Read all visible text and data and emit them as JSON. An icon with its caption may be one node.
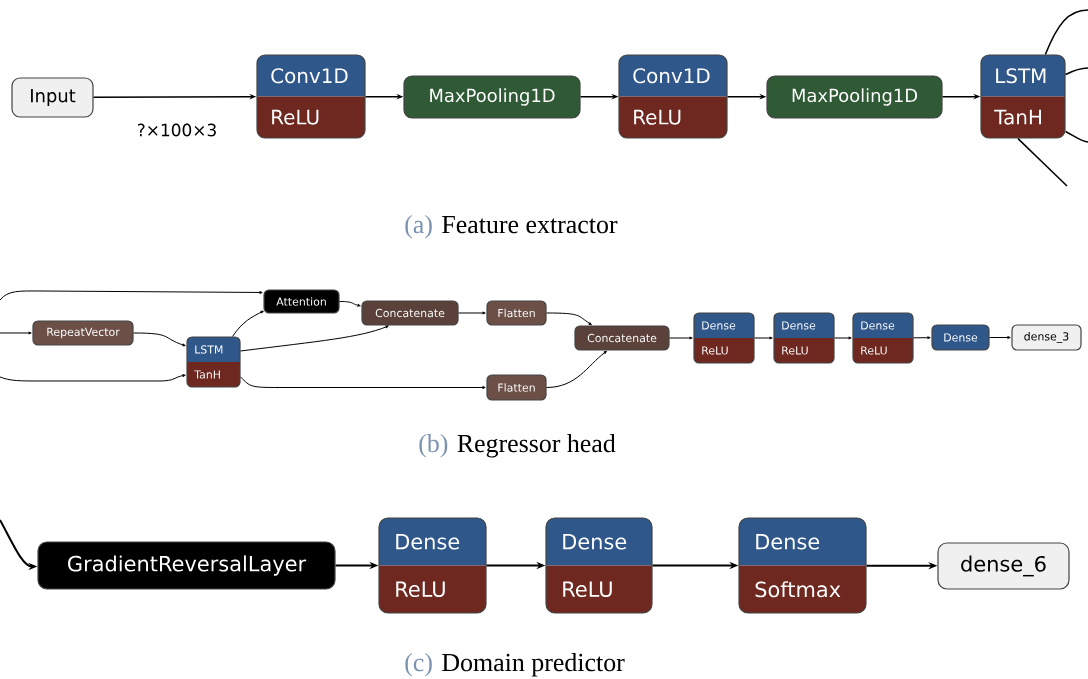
{
  "diagram": {
    "nodes": [
      {
        "text": [
          "Input"
        ]
      },
      {
        "text": [
          "Conv1D",
          "ReLU"
        ]
      },
      {
        "text": [
          "MaxPooling1D"
        ]
      },
      {
        "text": [
          "Conv1D",
          "ReLU"
        ]
      },
      {
        "text": [
          "MaxPooling1D"
        ]
      },
      {
        "text": [
          "LSTM",
          "TanH"
        ]
      },
      {
        "text": [
          "Attention"
        ]
      },
      {
        "text": [
          "RepeatVector"
        ]
      },
      {
        "text": [
          "LSTM",
          "TanH"
        ]
      },
      {
        "text": [
          "Concatenate"
        ]
      },
      {
        "text": [
          "Flatten"
        ]
      },
      {
        "text": [
          "Flatten"
        ]
      },
      {
        "text": [
          "Concatenate"
        ]
      },
      {
        "text": [
          "Dense",
          "ReLU"
        ]
      },
      {
        "text": [
          "Dense",
          "ReLU"
        ]
      },
      {
        "text": [
          "Dense",
          "ReLU"
        ]
      },
      {
        "text": [
          "Dense"
        ]
      },
      {
        "text": [
          "dense_3"
        ]
      },
      {
        "text": [
          "GradientReversalLayer"
        ]
      },
      {
        "text": [
          "Dense",
          "ReLU"
        ]
      },
      {
        "text": [
          "Dense",
          "ReLU"
        ]
      },
      {
        "text": [
          "Dense",
          "Softmax"
        ]
      },
      {
        "text": [
          "dense_6"
        ]
      }
    ],
    "edges": [
      {
        "from": 0,
        "to": 1,
        "arrow": "to",
        "label": "?×100×3"
      },
      {
        "from": 1,
        "to": 2,
        "arrow": "to"
      },
      {
        "from": 2,
        "to": 3,
        "arrow": "to"
      },
      {
        "from": 3,
        "to": 4,
        "arrow": "to"
      },
      {
        "from": 4,
        "to": 5,
        "arrow": "to"
      },
      {
        "from": 5,
        "to": null,
        "arrow": "none"
      },
      {
        "from": 5,
        "to": null,
        "arrow": "none"
      },
      {
        "from": 5,
        "to": null,
        "arrow": "none"
      },
      {
        "from": 5,
        "to": null,
        "arrow": "none"
      },
      {
        "from": null,
        "to": 6,
        "arrow": "to"
      },
      {
        "from": null,
        "to": 7,
        "arrow": "to"
      },
      {
        "from": null,
        "to": 8,
        "arrow": "to"
      },
      {
        "from": 7,
        "to": 8,
        "arrow": "to"
      },
      {
        "from": 8,
        "to": 6,
        "arrow": "to"
      },
      {
        "from": 6,
        "to": 9,
        "arrow": "to"
      },
      {
        "from": 8,
        "to": 9,
        "arrow": "to"
      },
      {
        "from": 9,
        "to": 10,
        "arrow": "to"
      },
      {
        "from": 8,
        "to": 11,
        "arrow": "to"
      },
      {
        "from": 10,
        "to": 12,
        "arrow": "to"
      },
      {
        "from": 11,
        "to": 12,
        "arrow": "to"
      },
      {
        "from": 12,
        "to": 13,
        "arrow": "to"
      },
      {
        "from": 13,
        "to": 14,
        "arrow": "to"
      },
      {
        "from": 14,
        "to": 15,
        "arrow": "to"
      },
      {
        "from": 15,
        "to": 16,
        "arrow": "to"
      },
      {
        "from": 16,
        "to": 17,
        "arrow": "to"
      },
      {
        "from": null,
        "to": 18,
        "arrow": "to"
      },
      {
        "from": 18,
        "to": 19,
        "arrow": "to"
      },
      {
        "from": 19,
        "to": 20,
        "arrow": "to"
      },
      {
        "from": 20,
        "to": 21,
        "arrow": "to"
      },
      {
        "from": 21,
        "to": 22,
        "arrow": "to"
      }
    ],
    "labels": [
      "(a)",
      "Feature extractor",
      "(b)",
      "Regressor head",
      "(c)",
      "Domain predictor"
    ]
  }
}
